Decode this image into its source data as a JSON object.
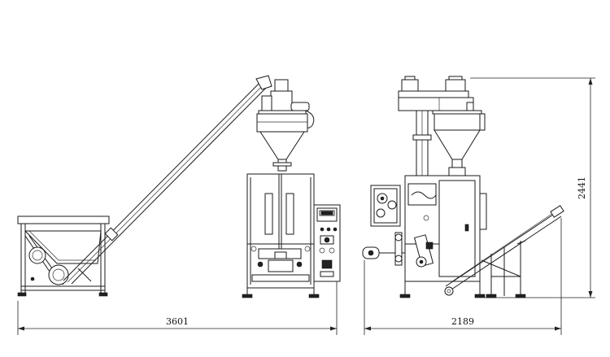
{
  "dimensions": {
    "total_length": "3601",
    "side_width": "2189",
    "height": "2441"
  }
}
